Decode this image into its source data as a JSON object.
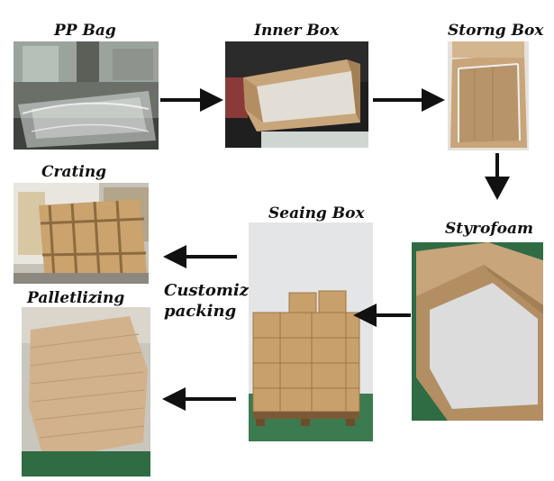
{
  "steps": {
    "pp_bag": "PP Bag",
    "inner_box": "Inner Box",
    "strong_box": "Storng Box",
    "styrofoam": "Styrofoam",
    "sealing_box": "Seaing Box",
    "crating": "Crating",
    "palletizing": "Palletlizing"
  },
  "customize": {
    "line1": "Customize",
    "line2": "packing"
  },
  "colors": {
    "arrow": "#111111",
    "cardboard": "#c8a57a",
    "floor_green": "#2f6b43"
  }
}
